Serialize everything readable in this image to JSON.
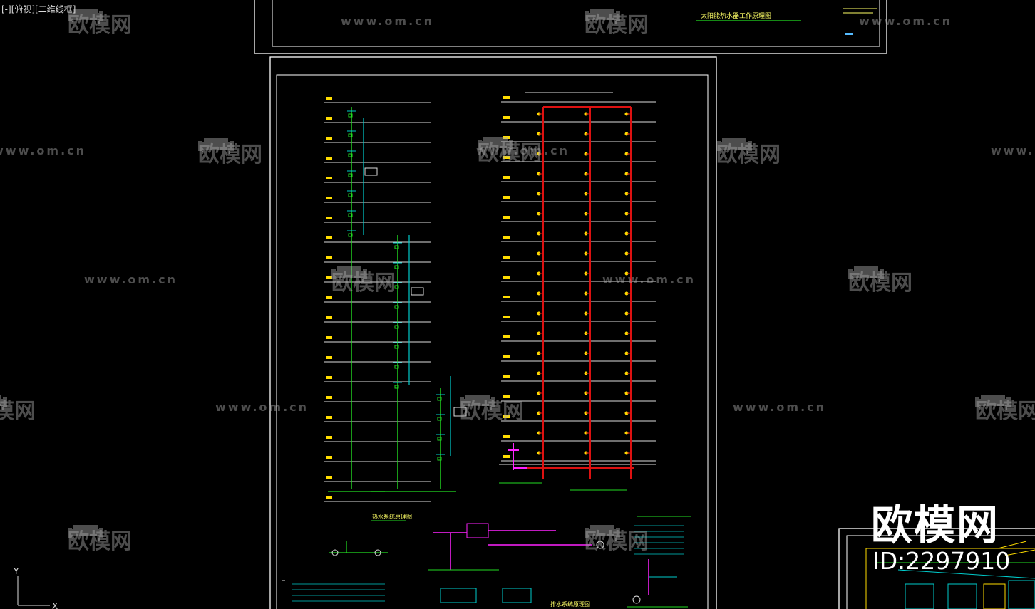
{
  "viewport": {
    "label": "[-][俯视][二维线框]",
    "background": "#000000"
  },
  "drawing_titles": {
    "top_sheet_title": "太阳能热水器工作原理图",
    "bottom_left_caption": "热水系统原理图",
    "bottom_right_caption": "排水系统原理图"
  },
  "colors": {
    "frame": "#ffffff",
    "green_pipe": "#22dd22",
    "cyan_pipe": "#00cccc",
    "red_pipe": "#dd1111",
    "magenta_pipe": "#ff22ff",
    "yellow_fixture": "#ffdd00",
    "ground_line": "#dddddd"
  },
  "watermark": {
    "brand": "欧模网",
    "url": "www.om.cn"
  },
  "brand_overlay": {
    "name": "欧模网",
    "id_text": "ID:2297910"
  },
  "ucs": {
    "y_label": "Y",
    "x_label": "X"
  }
}
